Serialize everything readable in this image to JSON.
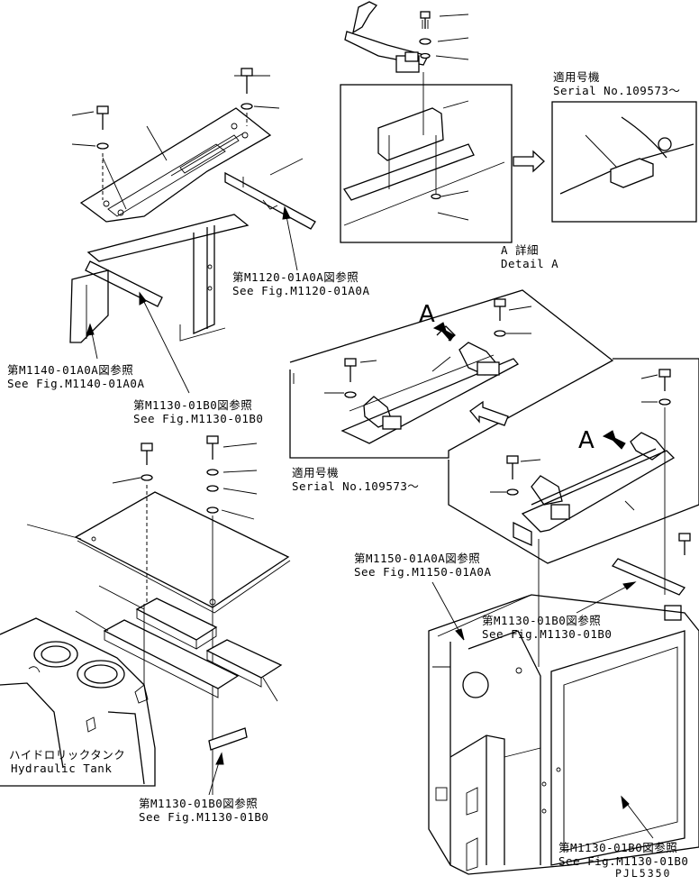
{
  "labels": {
    "ref_m1140": {
      "jp": "第M1140-01A0A図参照",
      "en": "See Fig.M1140-01A0A"
    },
    "ref_m1120": {
      "jp": "第M1120-01A0A図参照",
      "en": "See Fig.M1120-01A0A"
    },
    "ref_m1130_top": {
      "jp": "第M1130-01B0図参照",
      "en": "See Fig.M1130-01B0"
    },
    "ref_m1150": {
      "jp": "第M1150-01A0A図参照",
      "en": "See Fig.M1150-01A0A"
    },
    "ref_m1130_right": {
      "jp": "第M1130-01B0図参照",
      "en": "See Fig.M1130-01B0"
    },
    "ref_m1130_bottom": {
      "jp": "第M1130-01B0図参照",
      "en": "See Fig.M1130-01B0"
    },
    "ref_m1130_bottom_right": {
      "jp": "第M1130-01B0図参照",
      "en": "See Fig.M1130-01B0"
    },
    "serial_detail": {
      "jp": "適用号機",
      "en": "Serial No.109573～"
    },
    "serial_mid": {
      "jp": "適用号機",
      "en": "Serial No.109573～"
    },
    "detail_a": {
      "jp": "A 詳細",
      "en": "Detail A"
    },
    "hydraulic_tank": {
      "jp": "ハイドロリックタンク",
      "en": "Hydraulic Tank"
    }
  },
  "markers": {
    "a_mid": "A",
    "a_right": "A"
  },
  "drawing_code": "PJL5350"
}
